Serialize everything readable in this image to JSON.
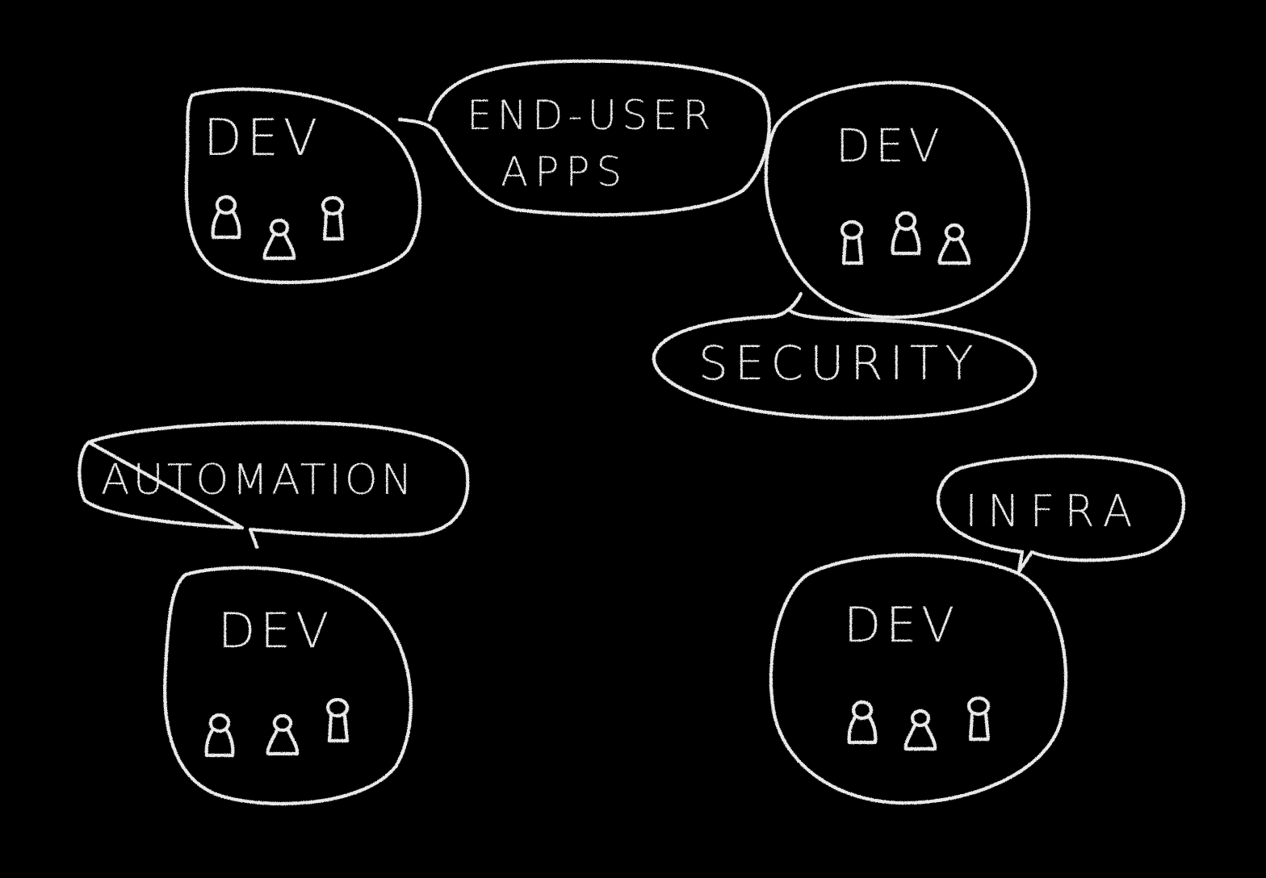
{
  "colors": {
    "background": "#000000",
    "chalk": "#e9e9e9"
  },
  "teams": [
    {
      "id": "dev-top-left",
      "label": "DEV"
    },
    {
      "id": "dev-top-right",
      "label": "DEV"
    },
    {
      "id": "dev-bottom-left",
      "label": "DEV"
    },
    {
      "id": "dev-bottom-right",
      "label": "DEV"
    }
  ],
  "bubbles": {
    "end_user_apps": {
      "line1": "END-USER",
      "line2": "APPS"
    },
    "security": {
      "label": "SECURITY"
    },
    "automation": {
      "label": "AUTOMATION"
    },
    "infra": {
      "label": "INFRA"
    }
  },
  "icons": {
    "person": "person-icon"
  }
}
